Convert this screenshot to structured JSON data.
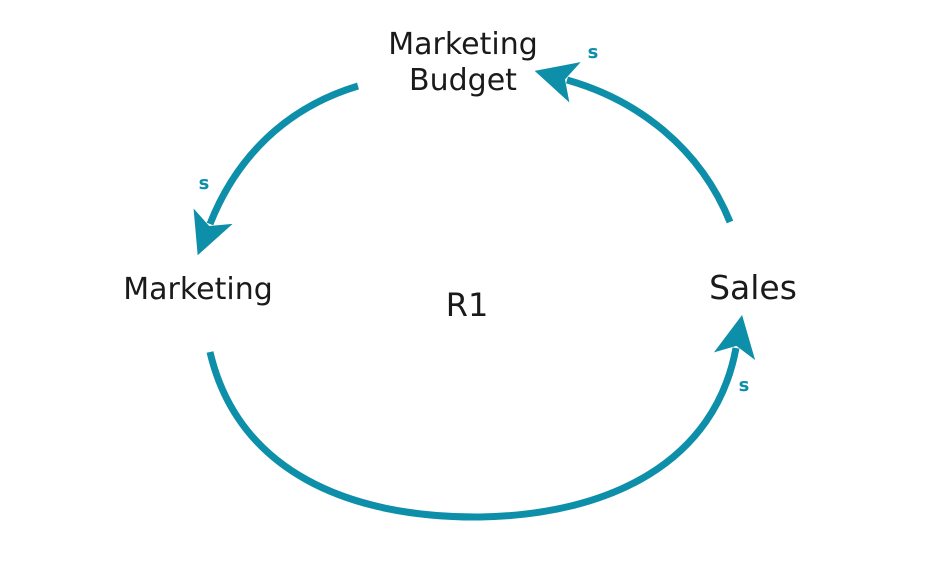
{
  "diagram": {
    "nodes": {
      "marketing_budget": {
        "line1": "Marketing",
        "line2": "Budget"
      },
      "marketing": {
        "label": "Marketing"
      },
      "sales": {
        "label": "Sales"
      }
    },
    "loop": {
      "label": "R1"
    },
    "links": [
      {
        "from": "Marketing Budget",
        "to": "Marketing",
        "polarity": "s"
      },
      {
        "from": "Marketing",
        "to": "Sales",
        "polarity": "s"
      },
      {
        "from": "Sales",
        "to": "Marketing Budget",
        "polarity": "s"
      }
    ]
  },
  "colors": {
    "arrow": "#0e8fa9",
    "text": "#1a1a1a"
  }
}
